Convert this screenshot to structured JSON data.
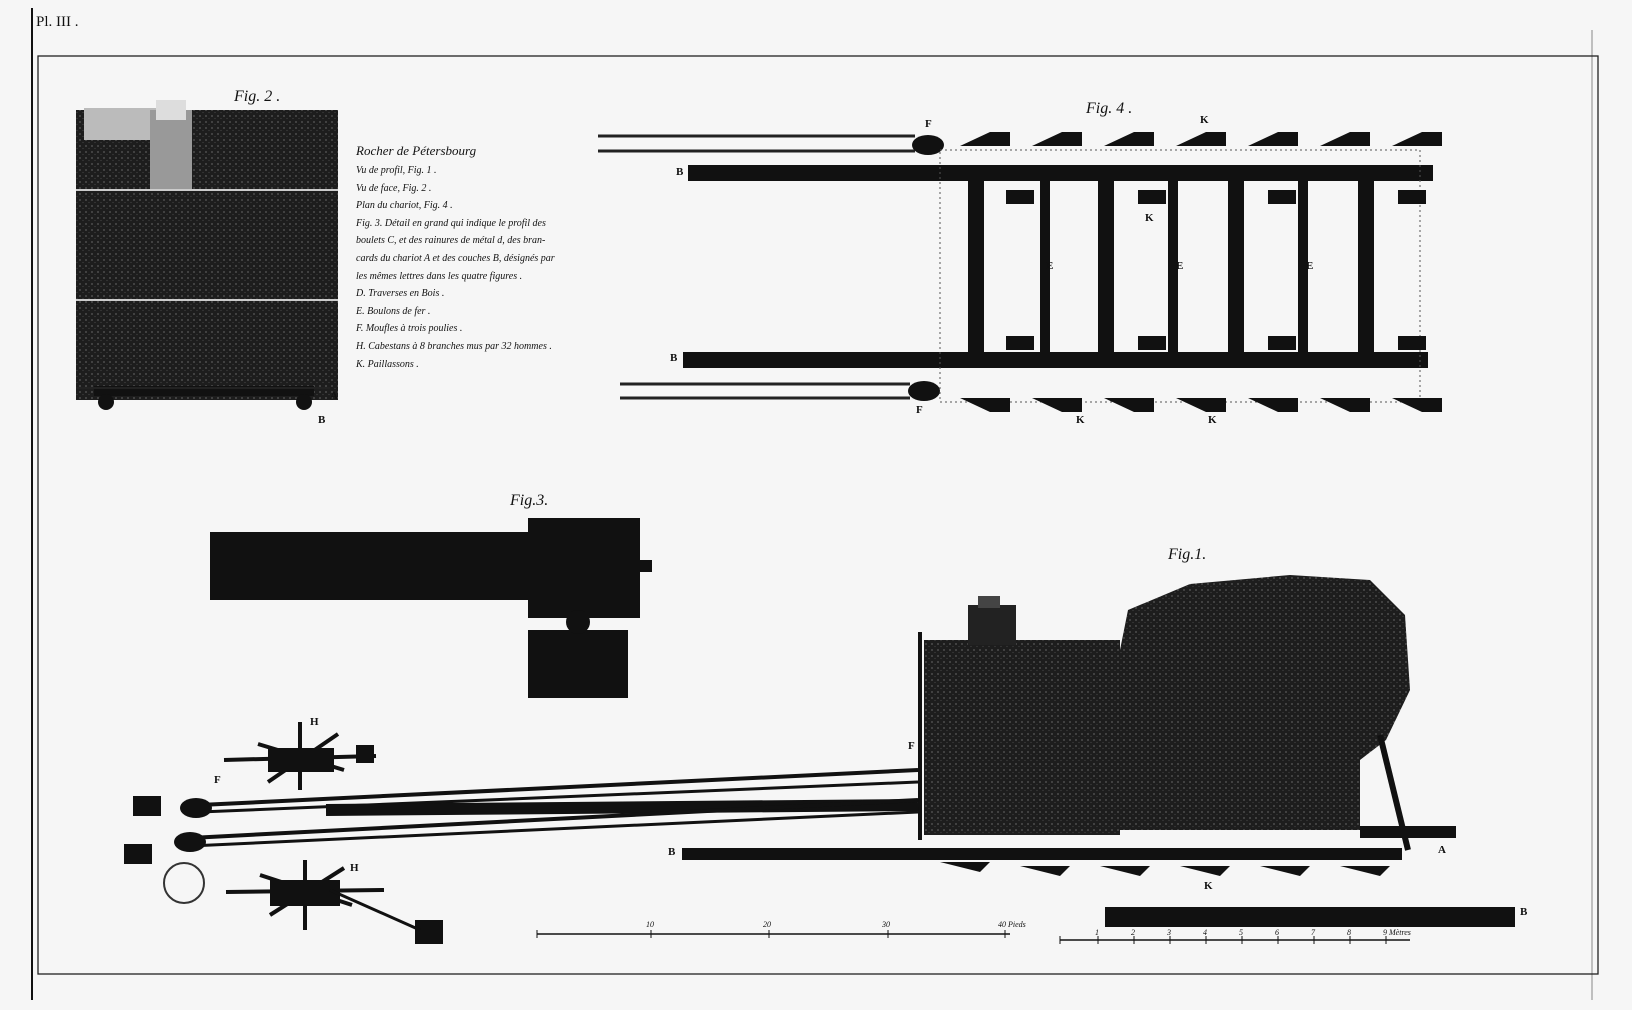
{
  "plate": {
    "number": "Pl. III ."
  },
  "figures": {
    "fig1": "Fig.1.",
    "fig2": "Fig. 2 .",
    "fig3": "Fig.3.",
    "fig4": "Fig. 4 ."
  },
  "legend": {
    "title": "Rocher de Pétersbourg",
    "lines": [
      "Vu de profil, Fig. 1 .",
      "Vu de face, Fig. 2 .",
      "Plan du chariot, Fig. 4 .",
      "Fig. 3. Détail en grand qui indique le profil des",
      "boulets C, et des rainures de métal d, des bran-",
      "cards du chariot A et des couches B, désignés par",
      "les mêmes lettres dans les quatre figures .",
      "D. Traverses en Bois .",
      "E. Boulons de fer .",
      "F. Moufles à trois poulies .",
      "H. Cabestans à 8 branches mus par 32 hommes .",
      "K. Paillassons ."
    ]
  },
  "letters": {
    "A": "A",
    "B": "B",
    "E": "E",
    "F": "F",
    "H": "H",
    "K": "K"
  },
  "scales": {
    "feet_ticks": [
      "10",
      "20",
      "30",
      "40 Pieds"
    ],
    "metre_ticks": [
      "1",
      "2",
      "3",
      "4",
      "5",
      "6",
      "7",
      "8",
      "9 Mètres"
    ]
  }
}
